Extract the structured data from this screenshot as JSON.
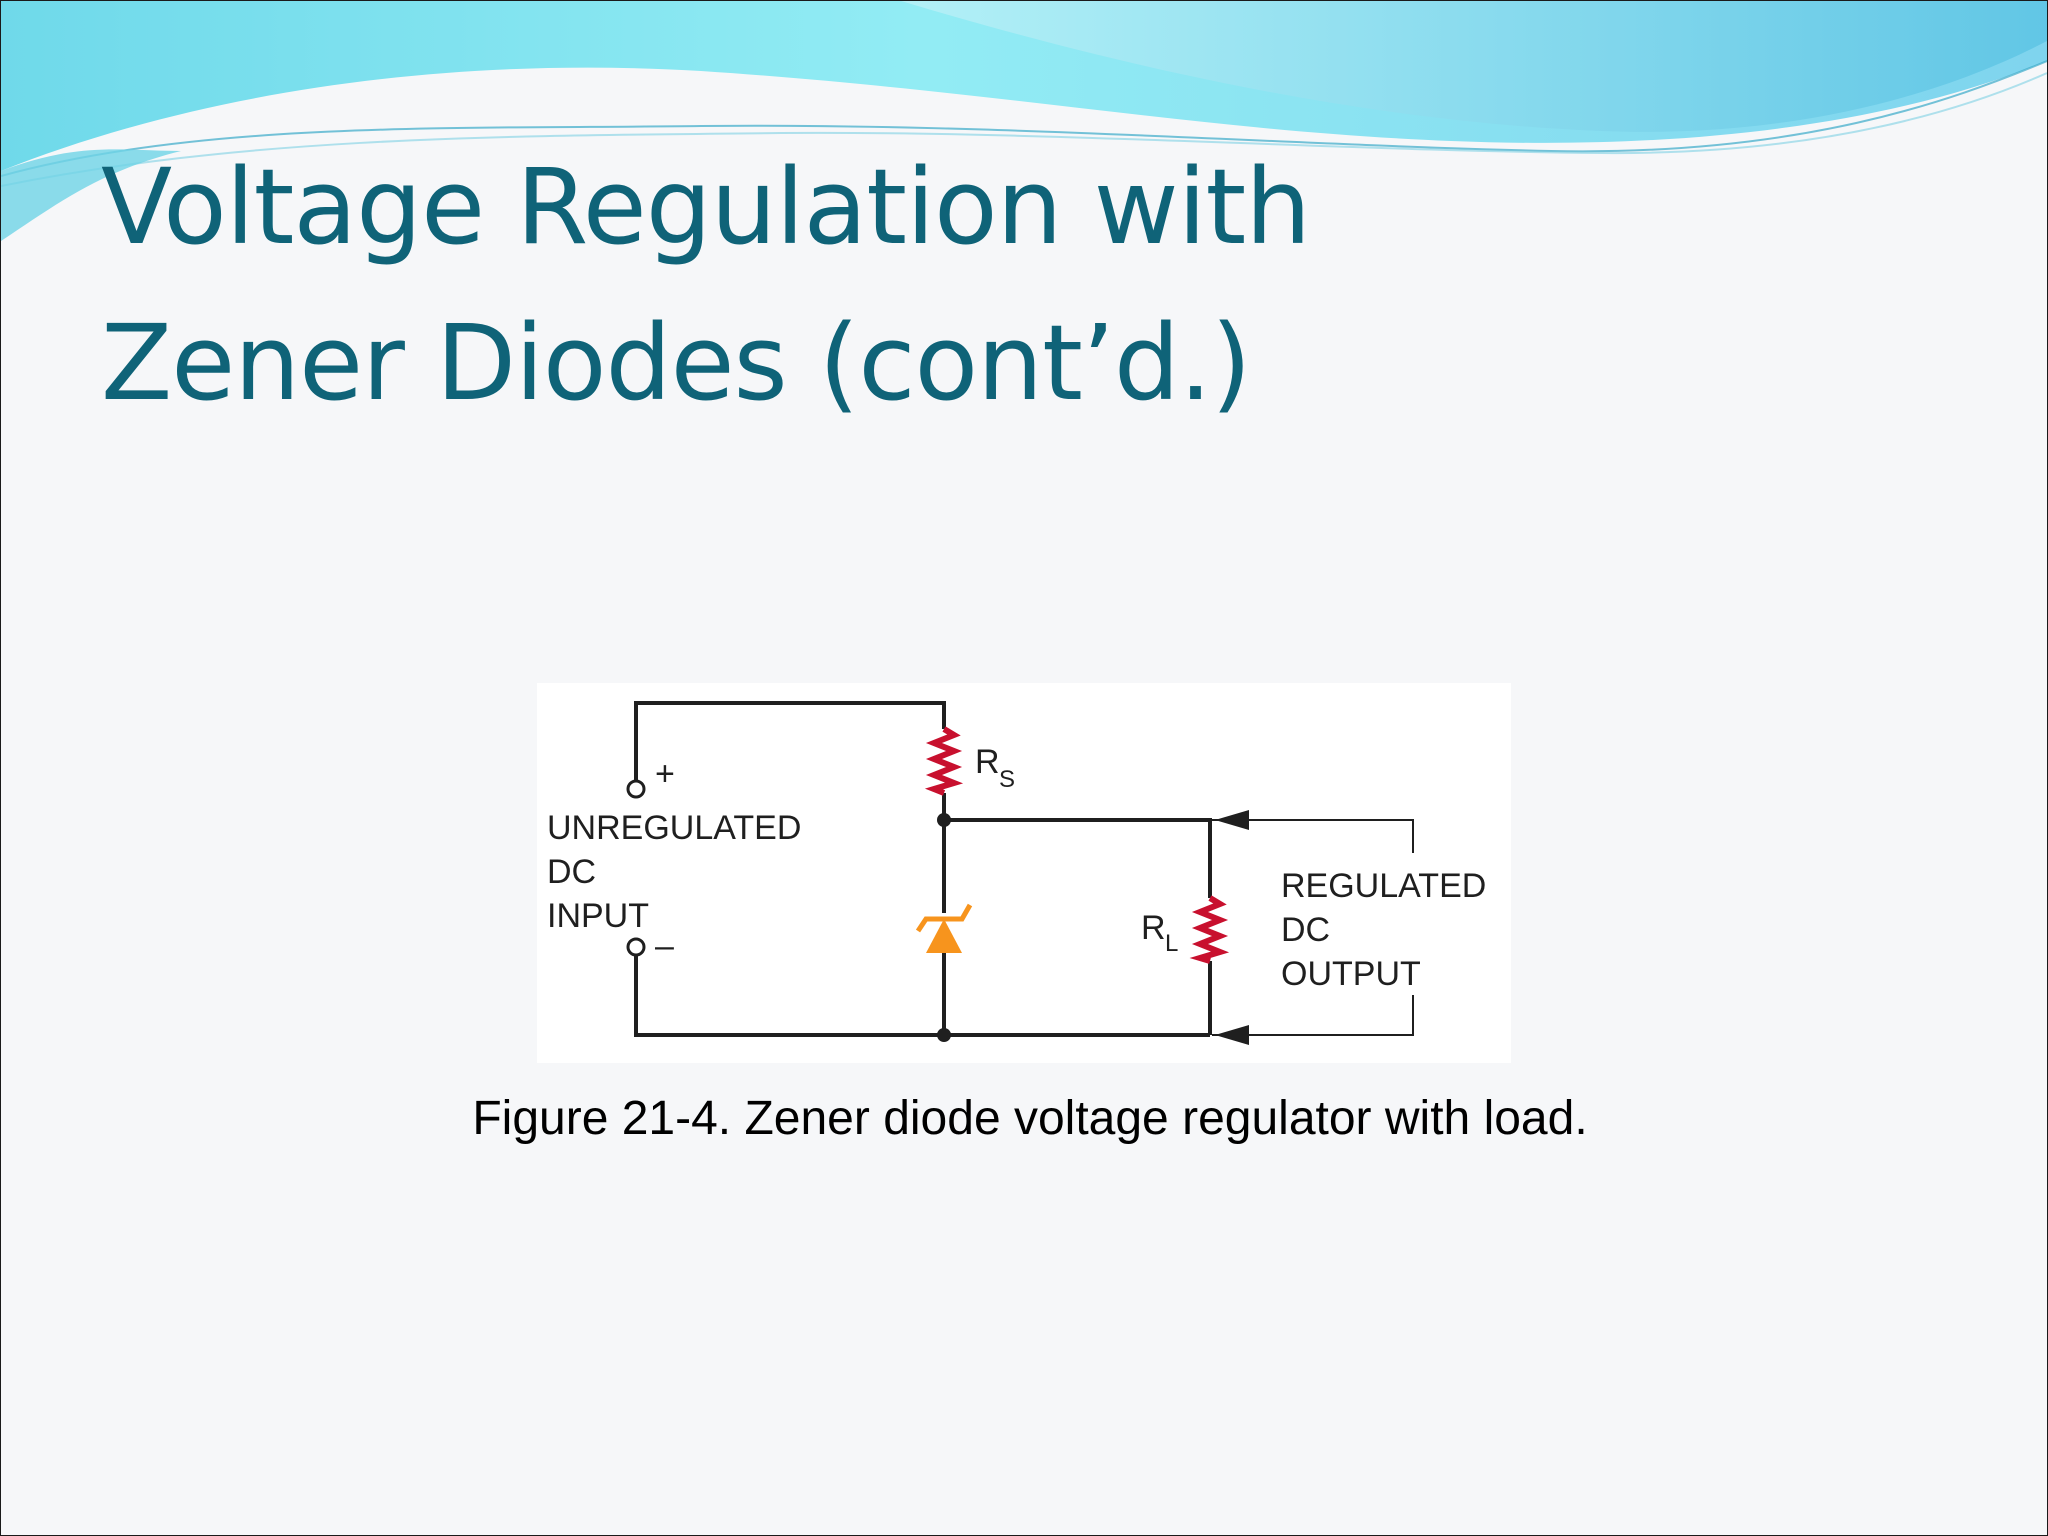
{
  "slide": {
    "title_line1": "Voltage Regulation with",
    "title_line2": "Zener Diodes (cont’d.)",
    "caption": "Figure 21-4. Zener diode voltage regulator with load."
  },
  "diagram": {
    "input_plus": "+",
    "input_minus": "–",
    "input_label_line1": "UNREGULATED",
    "input_label_line2": "DC",
    "input_label_line3": "INPUT",
    "rs_label": "R",
    "rs_sub": "S",
    "rl_label": "R",
    "rl_sub": "L",
    "output_label_line1": "REGULATED",
    "output_label_line2": "DC",
    "output_label_line3": "OUTPUT"
  },
  "colors": {
    "title": "#0f6378",
    "resistor": "#c8102e",
    "zener": "#f7941d",
    "wire": "#1f1f1f",
    "wave_light": "#8fe6f0",
    "wave_dark": "#3fb5d8"
  }
}
